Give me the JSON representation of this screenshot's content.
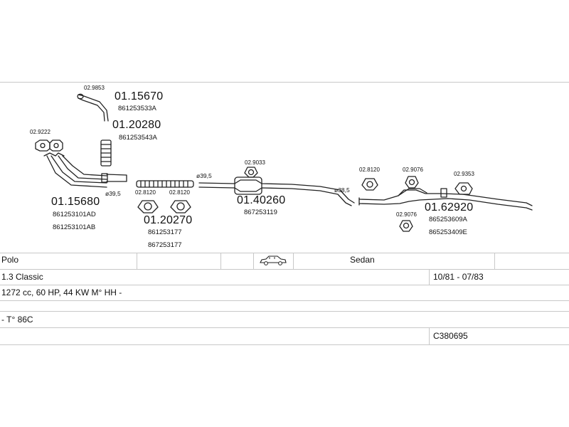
{
  "parts": {
    "p_01_15670": {
      "number": "01.15670",
      "refs": [
        "861253533A"
      ]
    },
    "p_01_20280": {
      "number": "01.20280",
      "refs": [
        "861253543A"
      ]
    },
    "p_01_15680": {
      "number": "01.15680",
      "refs": [
        "861253101AD",
        "861253101AB"
      ]
    },
    "p_01_20270": {
      "number": "01.20270",
      "refs": [
        "861253177",
        "867253177"
      ]
    },
    "p_01_40260": {
      "number": "01.40260",
      "refs": [
        "867253119"
      ]
    },
    "p_01_62920": {
      "number": "01.62920",
      "refs": [
        "865253609A",
        "865253409E"
      ]
    }
  },
  "small_parts": {
    "s_9853": "02.9853",
    "s_9222": "02.9222",
    "s_8120a": "02.8120",
    "s_8120b": "02.8120",
    "s_9033": "02.9033",
    "s_8120c": "02.8120",
    "s_9076a": "02.9076",
    "s_9353": "02.9353",
    "s_9076b": "02.9076"
  },
  "diameters": {
    "d1": "ø39,5",
    "d2": "ø39,5",
    "d3": "ø38,5"
  },
  "icons": {
    "car": "sedan-car-icon",
    "clamp": "clamp-icon",
    "gasket": "gasket-icon"
  },
  "table": {
    "model": "Polo",
    "body_type": "Sedan",
    "variant": "1.3 Classic",
    "date_range": "10/81 - 07/83",
    "engine": "1272 cc, 60 HP, 44 KW M° HH -",
    "temp": "- T° 86C",
    "code": "C380695"
  }
}
